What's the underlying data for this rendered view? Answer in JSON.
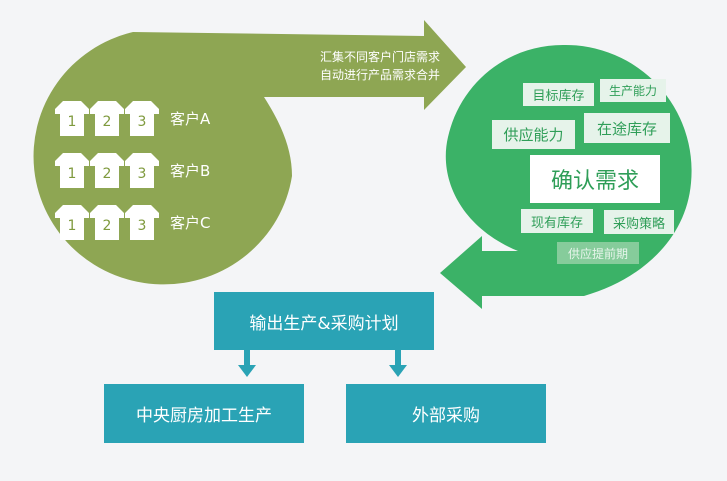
{
  "arrow_text": {
    "line1": "汇集不同客户门店需求",
    "line2": "自动进行产品需求合并"
  },
  "customers": [
    {
      "label": "客户A",
      "houses": [
        "1",
        "2",
        "3"
      ]
    },
    {
      "label": "客户B",
      "houses": [
        "1",
        "2",
        "3"
      ]
    },
    {
      "label": "客户C",
      "houses": [
        "1",
        "2",
        "3"
      ]
    }
  ],
  "factors": {
    "inventory_target": "目标库存",
    "production_capacity": "生产能力",
    "supply_capacity": "供应能力",
    "in_transit_inventory": "在途库存",
    "confirm_demand": "确认需求",
    "current_inventory": "现有库存",
    "purchase_strategy": "采购策略",
    "supply_lead_time": "供应提前期"
  },
  "plan_box": "输出生产&采购计划",
  "central_kitchen_box": "中央厨房加工生产",
  "external_purchase_box": "外部采购",
  "colors": {
    "olive": "#8ea653",
    "green": "#3bb267",
    "teal": "#2aa3b5",
    "background": "#f4f5f7"
  }
}
